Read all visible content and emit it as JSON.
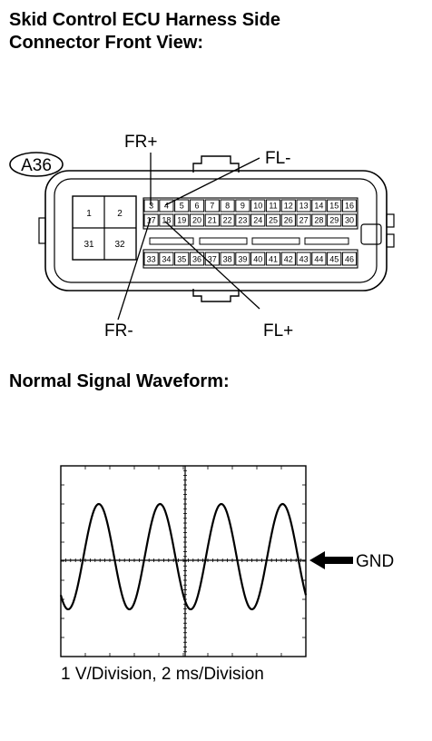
{
  "headings": {
    "connector_title_line1": "Skid Control ECU Harness Side",
    "connector_title_line2": "Connector Front View:",
    "waveform_title": "Normal Signal Waveform:"
  },
  "connector": {
    "id": "A36",
    "large_pins": [
      "1",
      "2",
      "31",
      "32"
    ],
    "row1": [
      "3",
      "4",
      "5",
      "6",
      "7",
      "8",
      "9",
      "10",
      "11",
      "12",
      "13",
      "14",
      "15",
      "16"
    ],
    "row2": [
      "17",
      "18",
      "19",
      "20",
      "21",
      "22",
      "23",
      "24",
      "25",
      "26",
      "27",
      "28",
      "29",
      "30"
    ],
    "row3": [
      "33",
      "34",
      "35",
      "36",
      "37",
      "38",
      "39",
      "40",
      "41",
      "42",
      "43",
      "44",
      "45",
      "46"
    ],
    "callouts": {
      "fr_plus": "FR+",
      "fl_minus": "FL-",
      "fr_minus": "FR-",
      "fl_plus": "FL+"
    }
  },
  "waveform": {
    "gnd_label": "GND",
    "caption": "1 V/Division, 2 ms/Division"
  }
}
